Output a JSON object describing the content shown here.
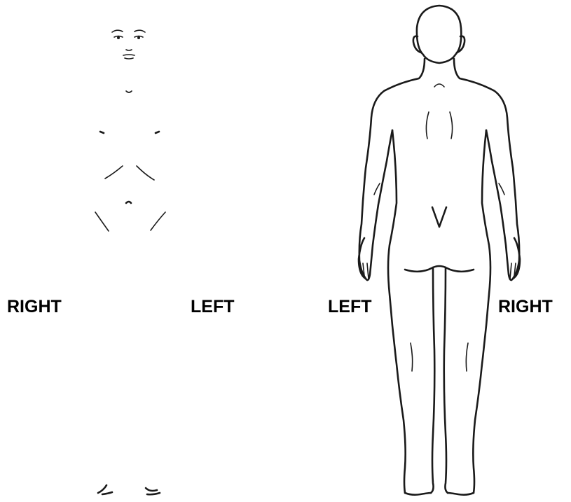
{
  "labels": {
    "front_right": "RIGHT",
    "front_left": "LEFT",
    "back_left": "LEFT",
    "back_right": "RIGHT"
  },
  "figures": {
    "front": {
      "view": "anterior",
      "outline": "faint"
    },
    "back": {
      "view": "posterior",
      "outline": "full"
    }
  }
}
